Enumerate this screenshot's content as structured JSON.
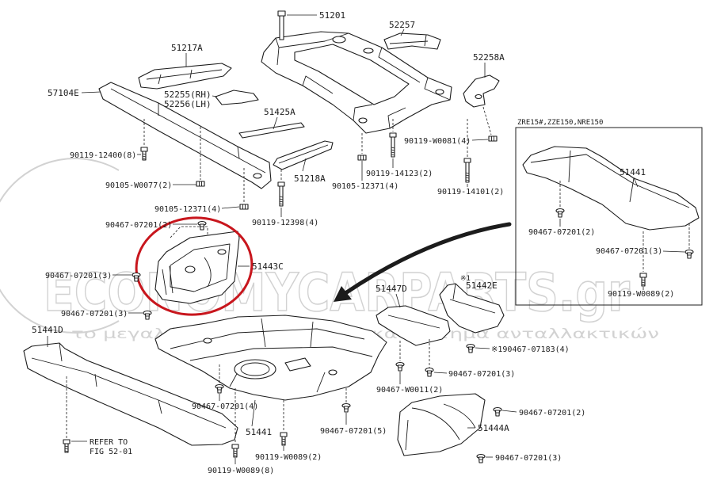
{
  "colors": {
    "line": "#1c1c1c",
    "highlight_ring": "#c8161d",
    "watermark": "#d2d2d2",
    "background": "#ffffff"
  },
  "watermark": {
    "brand": "ECONOMYCARPARTS.gr",
    "tagline": "το μεγαλύτερο ηλεκτρονικό κατάστημα ανταλλακτικών"
  },
  "parts": {
    "crossmember": "51201",
    "bracket_52257": "52257",
    "plate_51217a": "51217A",
    "bracket_52258a": "52258A",
    "beam_57104e": "57104E",
    "bracket_rh": "52255(RH)",
    "bracket_lh": "52256(LH)",
    "bar_51425a": "51425A",
    "bar_51218a": "51218A",
    "cover_51443c": "51443C",
    "cover_51447d": "51447D",
    "cover_51442e": "51442E",
    "cover_51441d": "51441D",
    "cover_51441": "51441",
    "cover_51444a": "51444A"
  },
  "fasteners": {
    "bolt_w0081": "90119-W0081(4)",
    "bolt_12400": "90119-12400(8)",
    "bolt_14123": "90119-14123(2)",
    "nut_w0077": "90105-W0077(2)",
    "nut_12371_center": "90105-12371(4)",
    "bolt_14101": "90119-14101(2)",
    "nut_12371_left": "90105-12371(4)",
    "bolt_12398": "90119-12398(4)",
    "clip_07201_upper": "90467-07201(2)",
    "clip_07201_left_a": "90467-07201(3)",
    "clip_07201_left_b": "90467-07201(3)",
    "clip_07183": "※190467-07183(4)",
    "clip_07201_mid": "90467-07201(3)",
    "clip_w0011": "90467-W0011(2)",
    "clip_07201_main_4": "90467-07201(4)",
    "clip_07201_51444a_2": "90467-07201(2)",
    "clip_07201_main_5": "90467-07201(5)",
    "bolt_w0089_2": "90119-W0089(2)",
    "clip_07201_51444a_3": "90467-07201(3)",
    "bolt_w0089_8": "90119-W0089(8)"
  },
  "variant_box": {
    "header": "ZRE15#,ZZE150,NRE150",
    "part": "51441",
    "clip_2": "90467-07201(2)",
    "clip_3": "90467-07201(3)",
    "bolt_2": "90119-W0089(2)"
  },
  "notes": {
    "note_mark": "※1",
    "refer_line1": "REFER TO",
    "refer_line2": "FIG 52-01"
  }
}
